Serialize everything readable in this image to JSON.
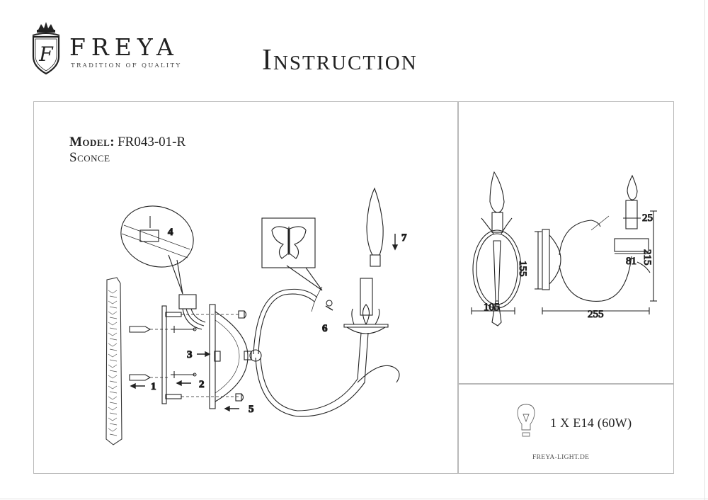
{
  "header": {
    "brand": "FREYA",
    "tagline": "TRADITION OF QUALITY",
    "crest_letter": "F",
    "title": "Instruction"
  },
  "product": {
    "model_label": "Model:",
    "model_value": "FR043-01-R",
    "type": "Sconce"
  },
  "assembly_steps": [
    "1",
    "2",
    "3",
    "4",
    "5",
    "6",
    "7"
  ],
  "dimensions": {
    "front_width": "105",
    "side_height": "155",
    "overall_depth": "255",
    "overall_height": "215",
    "candle_width": "25",
    "cup_width": "81"
  },
  "specs": {
    "bulb": "1 X E14 (60W)",
    "website": "FREYA-LIGHT.DE"
  },
  "colors": {
    "frame": "#b9b9b9",
    "ink": "#1e1e1e"
  }
}
